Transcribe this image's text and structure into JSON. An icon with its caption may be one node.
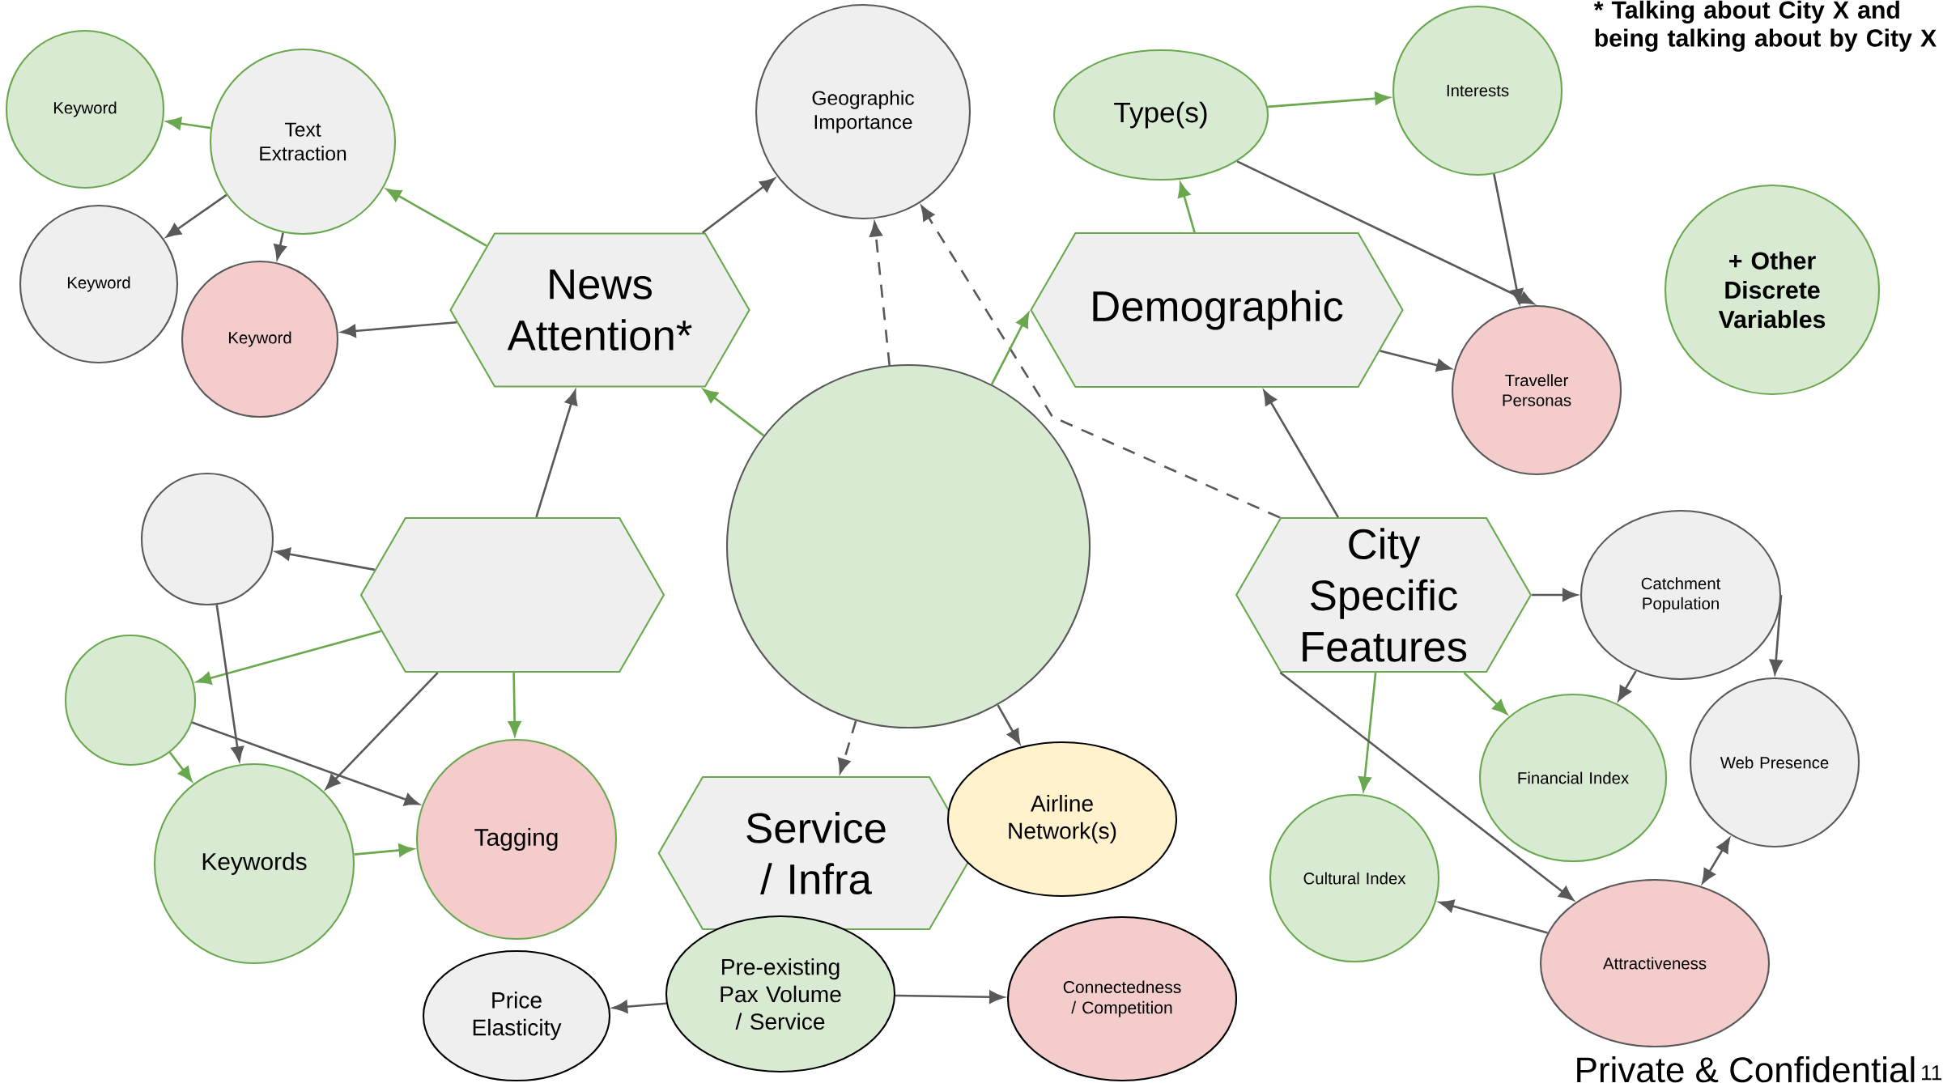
{
  "diagram": {
    "nodes": [
      {
        "text": [
          "Keyword"
        ]
      },
      {
        "text": [
          "Text Extraction"
        ]
      },
      {
        "text": [
          "Keyword"
        ]
      },
      {
        "text": [
          "Keyword"
        ]
      },
      {
        "text": [
          "News Attention*"
        ]
      },
      {
        "text": [
          "Geographic Importance"
        ]
      },
      {
        "text": [
          "Type(s)"
        ]
      },
      {
        "text": [
          "Interests"
        ]
      },
      {
        "text": [
          "Demographic"
        ]
      },
      {
        "text": [
          "Traveller Personas"
        ]
      },
      {
        "text": [
          "+ Other Discrete Variables"
        ]
      },
      {
        "text": [],
        "shape": "circle"
      },
      {
        "text": [],
        "shape": "hexagon"
      },
      {
        "text": [],
        "shape": "circle"
      },
      {
        "text": [
          "City Specific Features"
        ]
      },
      {
        "text": [],
        "shape": "circle"
      },
      {
        "text": [
          "Keywords"
        ]
      },
      {
        "text": [
          "Tagging"
        ]
      },
      {
        "text": [
          "Service / Infra"
        ]
      },
      {
        "text": [
          "Airline Network(s)"
        ]
      },
      {
        "text": [
          "Price Elasticity"
        ]
      },
      {
        "text": [
          "Pre-existing Pax Volume / Service"
        ]
      },
      {
        "text": [
          "Connectedness / Competition"
        ]
      },
      {
        "text": [
          "Catchment Population"
        ]
      },
      {
        "text": [
          "Financial Index"
        ]
      },
      {
        "text": [
          "Web Presence"
        ]
      },
      {
        "text": [
          "Cultural Index"
        ]
      },
      {
        "text": [
          "Attractiveness"
        ]
      }
    ],
    "edges": [
      {
        "from": 1,
        "to": 0,
        "arrow": "to",
        "color": "#6aa84f"
      },
      {
        "from": 1,
        "to": 2,
        "arrow": "to"
      },
      {
        "from": 1,
        "to": 3,
        "arrow": "to"
      },
      {
        "from": 4,
        "to": 1,
        "arrow": "to",
        "color": "#6aa84f"
      },
      {
        "from": 4,
        "to": 3,
        "arrow": "to"
      },
      {
        "from": 4,
        "to": 5,
        "arrow": "to"
      },
      {
        "from": 13,
        "to": 4,
        "arrow": "to",
        "color": "#6aa84f"
      },
      {
        "from": 13,
        "to": 5,
        "arrow": "to",
        "style": "dashed"
      },
      {
        "from": 14,
        "to": 5,
        "arrow": "to",
        "style": "dashed"
      },
      {
        "from": 13,
        "to": 8,
        "arrow": "to",
        "color": "#6aa84f"
      },
      {
        "from": 8,
        "to": 6,
        "arrow": "to",
        "color": "#6aa84f"
      },
      {
        "from": 6,
        "to": 7,
        "arrow": "to",
        "color": "#6aa84f"
      },
      {
        "from": 6,
        "to": 9,
        "arrow": "to"
      },
      {
        "from": 7,
        "to": 9,
        "arrow": "to"
      },
      {
        "from": 8,
        "to": 9,
        "arrow": "to"
      },
      {
        "from": 14,
        "to": 8,
        "arrow": "to"
      },
      {
        "from": 12,
        "to": 11,
        "arrow": "to"
      },
      {
        "from": 12,
        "to": 4,
        "arrow": "to"
      },
      {
        "from": 12,
        "to": 15,
        "arrow": "to",
        "color": "#6aa84f"
      },
      {
        "from": 12,
        "to": 16,
        "arrow": "to"
      },
      {
        "from": 12,
        "to": 17,
        "arrow": "to",
        "color": "#6aa84f"
      },
      {
        "from": 11,
        "to": 16,
        "arrow": "to"
      },
      {
        "from": 15,
        "to": 16,
        "arrow": "to",
        "color": "#6aa84f"
      },
      {
        "from": 15,
        "to": 17,
        "arrow": "to"
      },
      {
        "from": 16,
        "to": 17,
        "arrow": "to",
        "color": "#6aa84f"
      },
      {
        "from": 13,
        "to": 18,
        "arrow": "to",
        "style": "dashed"
      },
      {
        "from": 13,
        "to": 19,
        "arrow": "to"
      },
      {
        "from": 21,
        "to": 20,
        "arrow": "to"
      },
      {
        "from": 21,
        "to": 22,
        "arrow": "to"
      },
      {
        "from": 14,
        "to": 23,
        "arrow": "to"
      },
      {
        "from": 14,
        "to": 24,
        "arrow": "to",
        "color": "#6aa84f"
      },
      {
        "from": 14,
        "to": 26,
        "arrow": "to",
        "color": "#6aa84f"
      },
      {
        "from": 14,
        "to": 27,
        "arrow": "to"
      },
      {
        "from": 23,
        "to": 24,
        "arrow": "to"
      },
      {
        "from": 23,
        "to": 25,
        "arrow": "to"
      },
      {
        "from": 25,
        "to": 27,
        "arrow": "both"
      },
      {
        "from": 27,
        "to": 26,
        "arrow": "to"
      }
    ],
    "labels": [
      "* Talking about City X and being talking about by City X",
      "Private & Confidential",
      "11"
    ]
  }
}
